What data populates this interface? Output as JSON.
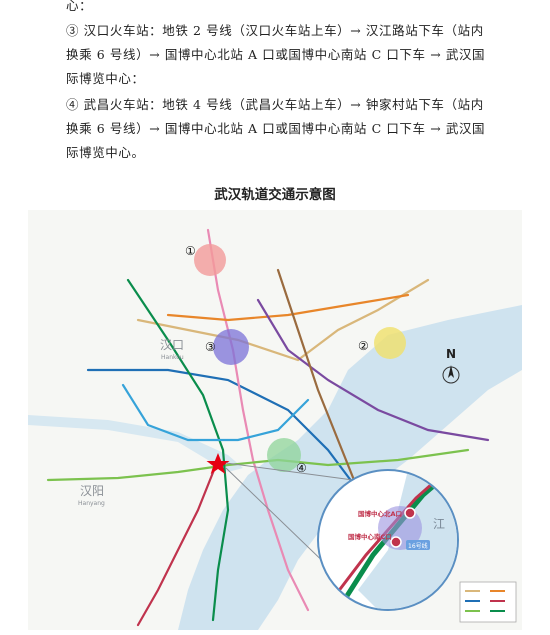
{
  "doc": {
    "fragment": "心：",
    "items": [
      "③ 汉口火车站：地铁 2 号线（汉口火车站上车）→ 汉江路站下车（站内换乘 6 号线）→ 国博中心北站 A 口或国博中心南站 C 口下车 → 武汉国际博览中心：",
      "④ 武昌火车站：地铁 4 号线（武昌火车站上车）→ 钟家村站下车（站内换乘 6 号线）→ 国博中心北站 A 口或国博中心南站 C 口下车 → 武汉国际博览中心。"
    ],
    "map_title": "武汉轨道交通示意图"
  },
  "map": {
    "markers": [
      "①",
      "②",
      "③",
      "④"
    ],
    "district_labels": {
      "hankou_cn": "汉口",
      "hankou_en": "Hankou",
      "hanyang_cn": "汉阳",
      "hanyang_en": "Hanyang",
      "river": "江"
    },
    "compass": "N",
    "inset": {
      "north_station": "国博中心北A口",
      "south_station": "国博中心南C口",
      "line_badge": "16号线"
    },
    "colors": {
      "line1": "#1f6fb5",
      "line2": "#e98ab4",
      "line3": "#d9b77a",
      "line4": "#7cc24e",
      "line6": "#0a8d4c",
      "line_red": "#c0334d",
      "river": "#cfe3ef",
      "marker1": "#f29a9a",
      "marker2": "#f0e06a",
      "marker3": "#7b72d8",
      "marker4": "#8fd49a",
      "star": "#e60012"
    }
  }
}
